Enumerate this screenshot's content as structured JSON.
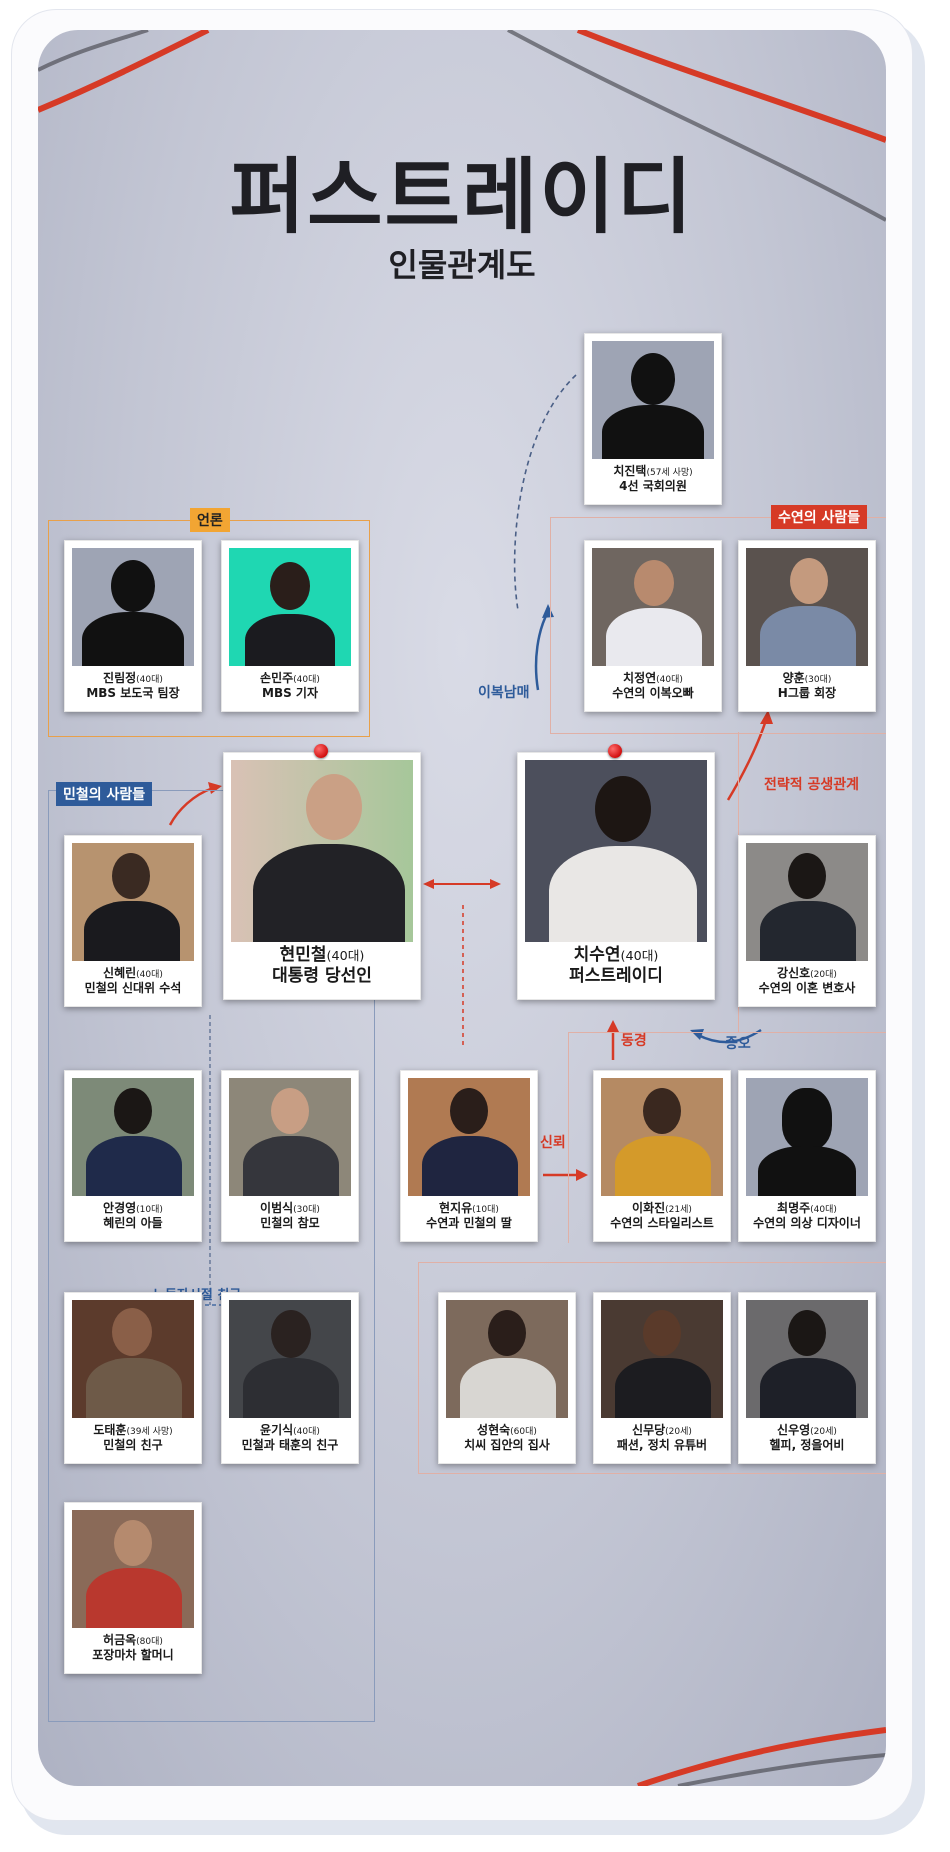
{
  "title": "퍼스트레이디",
  "subtitle": "인물관계도",
  "groups": {
    "press": "언론",
    "minchul": "민철의 사람들",
    "suyeon": "수연의 사람들"
  },
  "relations": {
    "half_sibling": "이복남매",
    "strategic": "전략적 공생관계",
    "admire": "동경",
    "hate": "증오",
    "trust": "신뢰",
    "labor_friends": "노동자시절 친구"
  },
  "people": {
    "chi_jintaek": {
      "name": "치진택",
      "age": "(57세 사망)",
      "role": "4선 국회의원"
    },
    "jin_rimjeong": {
      "name": "진림정",
      "age": "(40대)",
      "role": "MBS 보도국 팀장"
    },
    "son_minju": {
      "name": "손민주",
      "age": "(40대)",
      "role": "MBS 기자"
    },
    "chi_jeongyeon": {
      "name": "치정연",
      "age": "(40대)",
      "role": "수연의 이복오빠"
    },
    "yang_hun": {
      "name": "양훈",
      "age": "(30대)",
      "role": "H그룹 회장"
    },
    "shin_hyerin": {
      "name": "신혜린",
      "age": "(40대)",
      "role": "민철의 신대위 수석"
    },
    "hyun_minchul": {
      "name": "현민철",
      "age": "(40대)",
      "role": "대통령 당선인"
    },
    "chi_suyeon": {
      "name": "치수연",
      "age": "(40대)",
      "role": "퍼스트레이디"
    },
    "kang_sinho": {
      "name": "강신호",
      "age": "(20대)",
      "role": "수연의 이혼 변호사"
    },
    "an_gyeongyeong": {
      "name": "안경영",
      "age": "(10대)",
      "role": "혜린의 아들"
    },
    "lee_beomsik": {
      "name": "이범식",
      "age": "(30대)",
      "role": "민철의 참모"
    },
    "hyun_jiyu": {
      "name": "현지유",
      "age": "(10대)",
      "role": "수연과 민철의 딸"
    },
    "lee_hwajin": {
      "name": "이화진",
      "age": "(21세)",
      "role": "수연의 스타일리스트"
    },
    "choi_myeongju": {
      "name": "최명주",
      "age": "(40대)",
      "role": "수연의 의상 디자이너"
    },
    "do_taehun": {
      "name": "도태훈",
      "age": "(39세 사망)",
      "role": "민철의 친구"
    },
    "yoon_gisik": {
      "name": "윤기식",
      "age": "(40대)",
      "role": "민철과 태훈의 친구"
    },
    "seong_hyeonsuk": {
      "name": "성현숙",
      "age": "(60대)",
      "role": "치씨 집안의 집사"
    },
    "shin_mudang": {
      "name": "신무당",
      "age": "(20세)",
      "role": "패션, 정치 유튜버"
    },
    "shin_uyeong": {
      "name": "신우영",
      "age": "(20세)",
      "role": "헬피, 정을어비"
    },
    "heo_geumok": {
      "name": "허금옥",
      "age": "(80대)",
      "role": "포장마차 할머니"
    }
  },
  "colors": {
    "red_accent": "#d63a26",
    "blue_accent": "#2e5b9a",
    "press_border": "#e8a04a",
    "press_label_bg": "#f2a533"
  }
}
